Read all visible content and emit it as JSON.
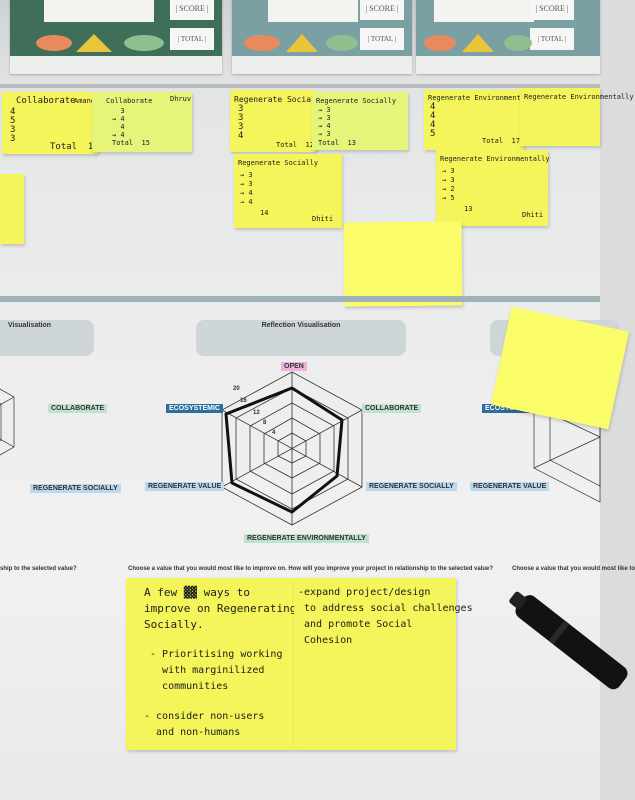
{
  "posters": [
    {
      "score_label": "| SCORE |",
      "total_label": "| TOTAL |",
      "color": "#3f6f58"
    },
    {
      "score_label": "| SCORE |",
      "total_label": "| TOTAL |",
      "color": "#7aa0a4"
    },
    {
      "score_label": "| SCORE |",
      "total_label": "| TOTAL |",
      "color": "#7aa0a4"
    }
  ],
  "notes_top": [
    {
      "title": "Collaborate",
      "sub": "Amanda",
      "lines": [
        "4",
        "5",
        "3",
        "3"
      ],
      "total": "Total  15"
    },
    {
      "title": "Collaborate",
      "sub": "Dhruv",
      "lines": [
        "  3",
        "→ 4",
        "  4",
        "→ 4"
      ],
      "total": "Total  15"
    },
    {
      "title": "Regenerate Socially",
      "sub": "",
      "lines": [
        "3",
        "3",
        "3",
        "4"
      ],
      "total": "Total  12"
    },
    {
      "title": "Regenerate Socially",
      "sub": "",
      "lines": [
        "→ 3",
        "→ 3",
        "→ 4",
        "→ 3"
      ],
      "total": "Total  13"
    },
    {
      "title": "Regenerate Environmentally",
      "sub": "",
      "lines": [
        "4",
        "4",
        "4",
        "5"
      ],
      "total": "Total  17"
    },
    {
      "title": "Regenerate Environmentally",
      "sub": "",
      "lines": [],
      "total": ""
    }
  ],
  "notes_mid": [
    {
      "title": "Regenerate Socially",
      "lines": [
        "→ 3",
        "→ 3",
        "→ 4",
        "→ 4"
      ],
      "total": "14",
      "sign": "Dhiti"
    },
    {
      "title": "Regenerate Environmentally",
      "lines": [
        "→ 3",
        "→ 3",
        "→ 2",
        "→ 5"
      ],
      "total": "13",
      "sign": "Dhiti"
    }
  ],
  "reflection": {
    "title": "Reflection Visualisation",
    "left_title": "Visualisation",
    "axes": {
      "open": "OPEN",
      "collaborate": "COLLABORATE",
      "regenerate_socially": "REGENERATE SOCIALLY",
      "regenerate_environmentally": "REGENERATE ENVIRONMENTALLY",
      "regenerate_value": "REGENERATE VALUE",
      "ecosystemic": "ECOSYSTEMIC"
    },
    "scale": [
      "20",
      "16",
      "12",
      "8",
      "4"
    ],
    "prompt": "Choose a value that you would most like to improve on. How will you improve your project in relationship to the selected value?",
    "prompt_left": "ship to the selected value?",
    "prompt_right": "Choose a value that you would most like to"
  },
  "bottom_notes": {
    "left": [
      "A few ▓▓ ways to",
      "improve on Regenerating",
      "Socially.",
      "",
      " - Prioritising working",
      "   with marginilized",
      "   communities",
      "",
      "- consider non-users",
      "  and non-humans"
    ],
    "right": [
      "-expand project/design",
      " to address social challenges",
      " and promote Social",
      " Cohesion"
    ]
  }
}
